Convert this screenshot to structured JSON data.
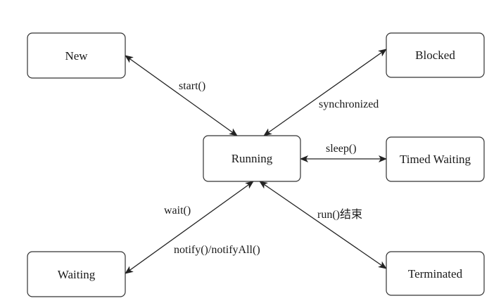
{
  "diagram": {
    "states": {
      "new": "New",
      "blocked": "Blocked",
      "running": "Running",
      "timed_waiting": "Timed Waiting",
      "waiting": "Waiting",
      "terminated": "Terminated"
    },
    "transitions": {
      "new_running": "start()",
      "running_blocked": "synchronized",
      "running_timed_waiting": "sleep()",
      "running_waiting_1": "wait()",
      "running_waiting_2": "notify()/notifyAll()",
      "running_terminated": "run()结束"
    },
    "colors": {
      "stroke": "#333333",
      "text": "#1a1a1a",
      "background": "#ffffff"
    }
  }
}
